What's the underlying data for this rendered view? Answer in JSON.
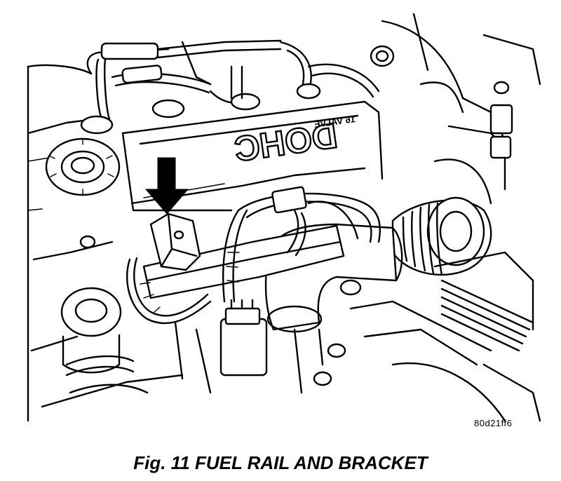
{
  "figure": {
    "engine_markings": {
      "cam_cover_text": "DOHC",
      "valve_text": "16 VALVE"
    },
    "code": "80d21ff6",
    "caption": "Fig. 11 FUEL RAIL AND BRACKET"
  }
}
